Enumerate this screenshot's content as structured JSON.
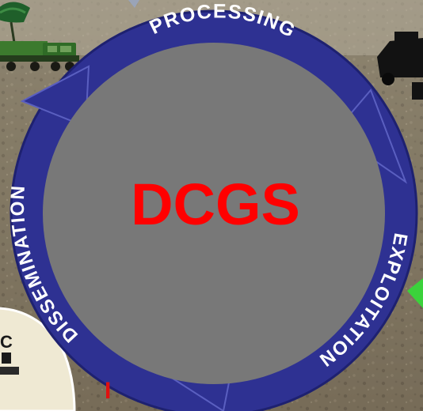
{
  "diagram": {
    "center_title": "DCGS",
    "stages": [
      {
        "label": "PROCESSING"
      },
      {
        "label": "EXPLOITATION"
      },
      {
        "label": "DISSEMINATION"
      }
    ],
    "partial_texts": {
      "left_badge": "C",
      "bottom_mark": "I"
    },
    "colors": {
      "ring": "#2e3192",
      "ring_dark": "#1e2170",
      "center_fill": "#787878",
      "title": "#ff0000",
      "arc_text": "#ffffff",
      "bottom_mark": "#e01010"
    }
  }
}
